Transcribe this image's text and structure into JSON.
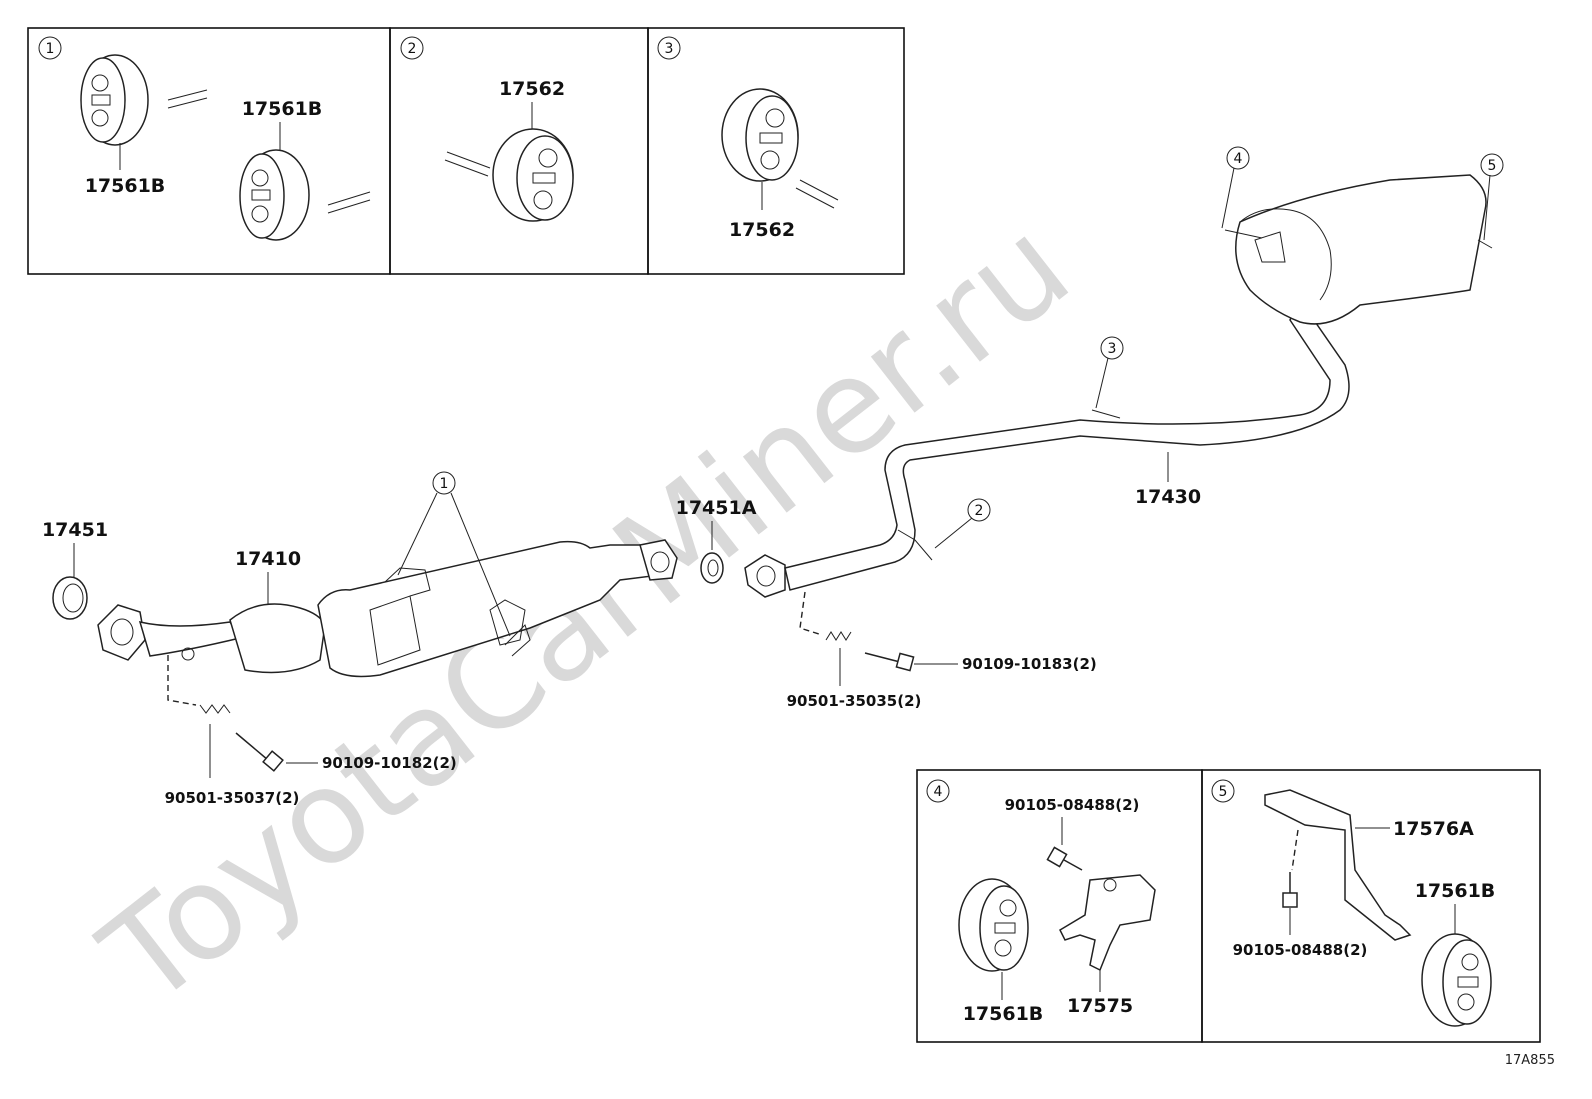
{
  "watermark": "ToyotaCarMiner.ru",
  "diagram_code": "17A855",
  "detail_boxes": {
    "box1": {
      "marker": "1",
      "part_a": "17561B",
      "part_b": "17561B"
    },
    "box2": {
      "marker": "2",
      "part": "17562"
    },
    "box3": {
      "marker": "3",
      "part": "17562"
    },
    "box4": {
      "marker": "4",
      "bolt": "90105-08488(2)",
      "hanger": "17561B",
      "bracket": "17575"
    },
    "box5": {
      "marker": "5",
      "bracket": "17576A",
      "hanger": "17561B",
      "bolt": "90105-08488(2)"
    }
  },
  "callouts": {
    "c1": "1",
    "c2": "2",
    "c3": "3",
    "c4": "4",
    "c5": "5"
  },
  "parts": {
    "gasket_front": "17451",
    "front_pipe": "17410",
    "gasket_center": "17451A",
    "tail_pipe": "17430",
    "bolt_front": "90109-10182(2)",
    "spring_front": "90501-35037(2)",
    "bolt_center": "90109-10183(2)",
    "spring_center": "90501-35035(2)"
  }
}
